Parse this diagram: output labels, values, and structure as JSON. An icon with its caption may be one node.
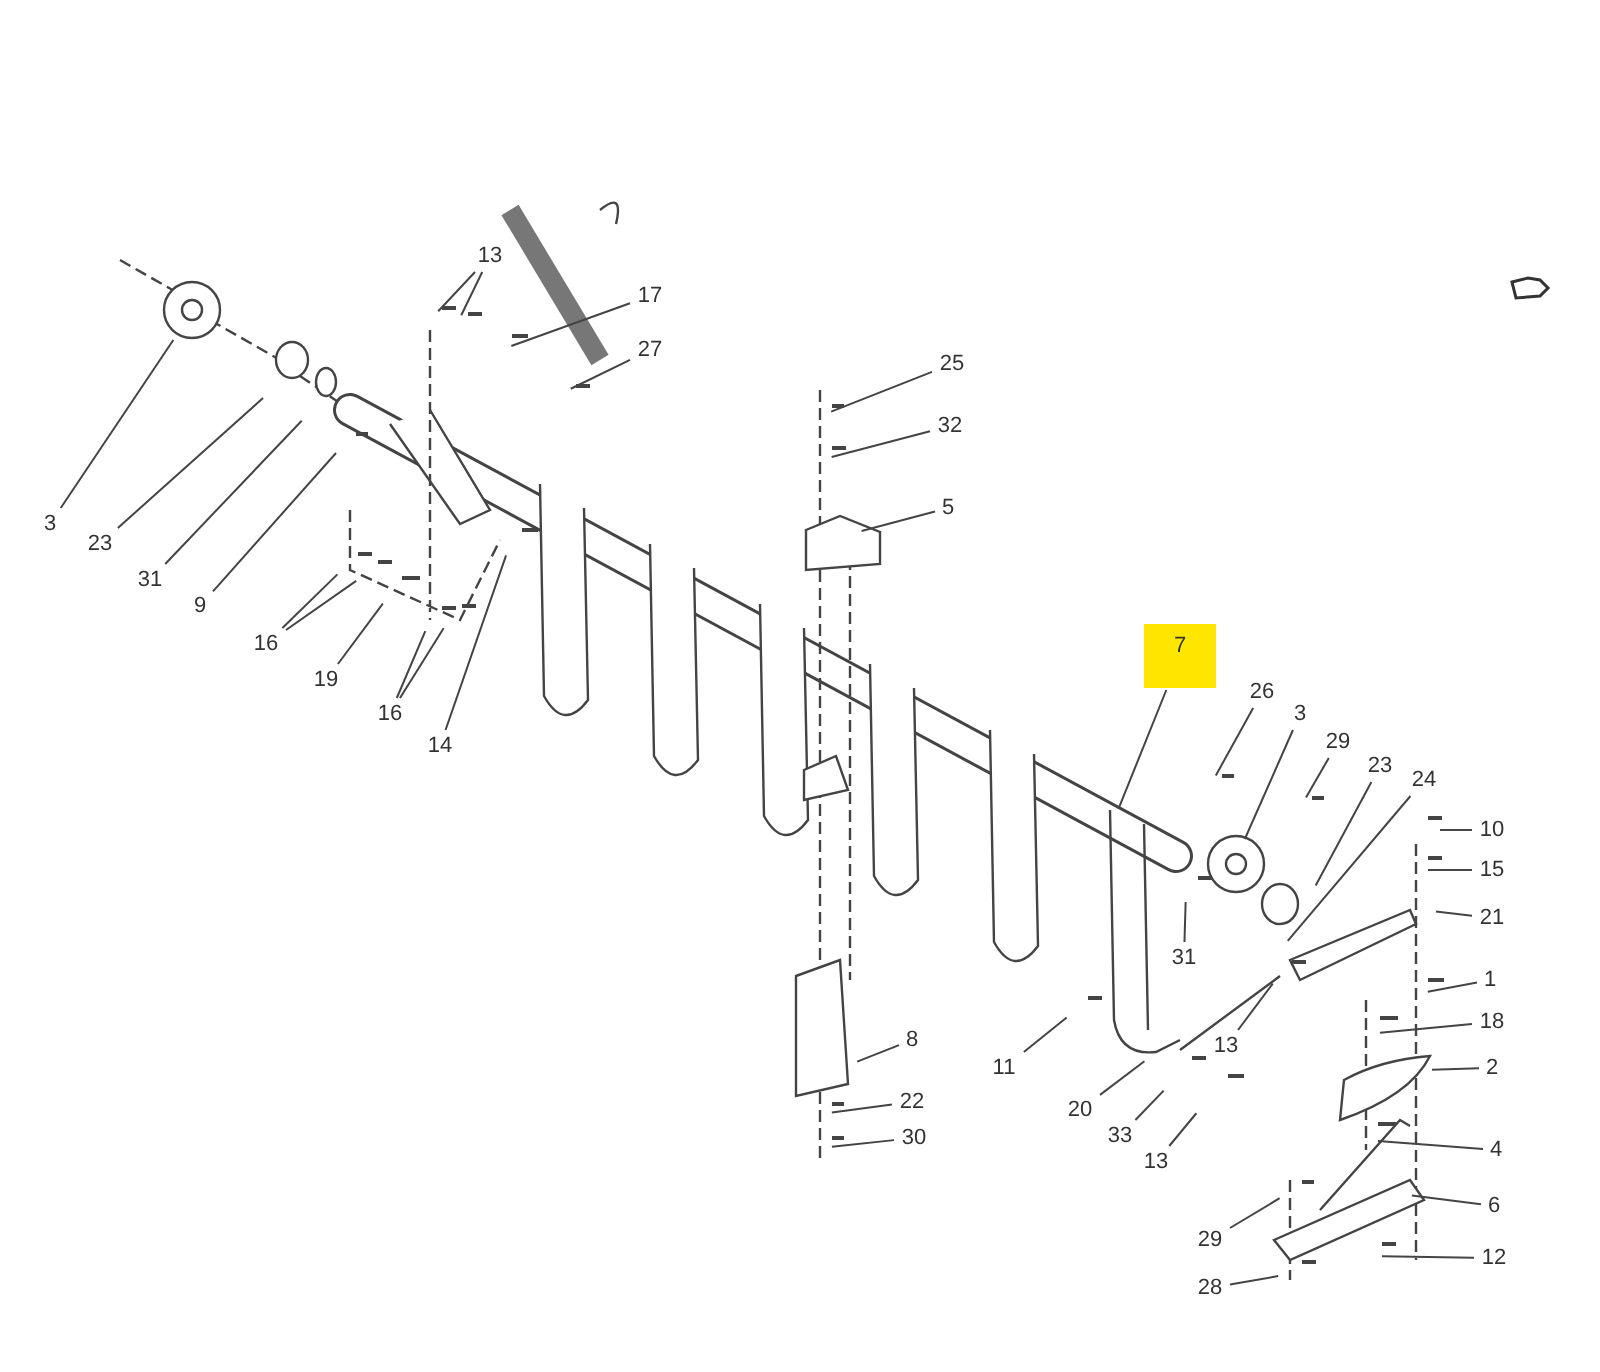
{
  "diagram": {
    "nodes": [
      {
        "text": [
          "13"
        ]
      },
      {
        "text": [
          "17"
        ]
      },
      {
        "text": [
          "27"
        ]
      },
      {
        "text": [
          "25"
        ]
      },
      {
        "text": [
          "32"
        ]
      },
      {
        "text": [
          "5"
        ]
      },
      {
        "text": [
          "3"
        ]
      },
      {
        "text": [
          "23"
        ]
      },
      {
        "text": [
          "31"
        ]
      },
      {
        "text": [
          "9"
        ]
      },
      {
        "text": [
          "16"
        ]
      },
      {
        "text": [
          "7"
        ]
      },
      {
        "text": [
          "19"
        ]
      },
      {
        "text": [
          "26"
        ]
      },
      {
        "text": [
          "3"
        ]
      },
      {
        "text": [
          "16"
        ]
      },
      {
        "text": [
          "29"
        ]
      },
      {
        "text": [
          "14"
        ]
      },
      {
        "text": [
          "23"
        ]
      },
      {
        "text": [
          "24"
        ]
      },
      {
        "text": [
          "10"
        ]
      },
      {
        "text": [
          "15"
        ]
      },
      {
        "text": [
          "21"
        ]
      },
      {
        "text": [
          "31"
        ]
      },
      {
        "text": [
          "1"
        ]
      },
      {
        "text": [
          "18"
        ]
      },
      {
        "text": [
          "8"
        ]
      },
      {
        "text": [
          "13"
        ]
      },
      {
        "text": [
          "11"
        ]
      },
      {
        "text": [
          "2"
        ]
      },
      {
        "text": [
          "22"
        ]
      },
      {
        "text": [
          "20"
        ]
      },
      {
        "text": [
          "33"
        ]
      },
      {
        "text": [
          "30"
        ]
      },
      {
        "text": [
          "4"
        ]
      },
      {
        "text": [
          "13"
        ]
      },
      {
        "text": [
          "6"
        ]
      },
      {
        "text": [
          "29"
        ]
      },
      {
        "text": [
          "12"
        ]
      },
      {
        "text": [
          "28"
        ]
      }
    ],
    "edges": [
      {
        "from": 0,
        "to": null,
        "arrow": "none"
      },
      {
        "from": 0,
        "to": null,
        "arrow": "none"
      },
      {
        "from": 1,
        "to": null,
        "arrow": "none"
      },
      {
        "from": 2,
        "to": null,
        "arrow": "none"
      },
      {
        "from": 3,
        "to": null,
        "arrow": "none"
      },
      {
        "from": 4,
        "to": null,
        "arrow": "none"
      },
      {
        "from": 5,
        "to": null,
        "arrow": "none"
      },
      {
        "from": 6,
        "to": null,
        "arrow": "none"
      },
      {
        "from": 7,
        "to": null,
        "arrow": "none"
      },
      {
        "from": 8,
        "to": null,
        "arrow": "none"
      },
      {
        "from": 9,
        "to": null,
        "arrow": "none"
      },
      {
        "from": 10,
        "to": null,
        "arrow": "none"
      },
      {
        "from": 10,
        "to": null,
        "arrow": "none"
      },
      {
        "from": 11,
        "to": null,
        "arrow": "none"
      },
      {
        "from": 12,
        "to": null,
        "arrow": "none"
      },
      {
        "from": 13,
        "to": null,
        "arrow": "none"
      },
      {
        "from": 14,
        "to": null,
        "arrow": "none"
      },
      {
        "from": 15,
        "to": null,
        "arrow": "none"
      },
      {
        "from": 15,
        "to": null,
        "arrow": "none"
      },
      {
        "from": 16,
        "to": null,
        "arrow": "none"
      },
      {
        "from": 17,
        "to": null,
        "arrow": "none"
      },
      {
        "from": 18,
        "to": null,
        "arrow": "none"
      },
      {
        "from": 19,
        "to": null,
        "arrow": "none"
      },
      {
        "from": 20,
        "to": null,
        "arrow": "none"
      },
      {
        "from": 21,
        "to": null,
        "arrow": "none"
      },
      {
        "from": 22,
        "to": null,
        "arrow": "none"
      },
      {
        "from": 23,
        "to": null,
        "arrow": "none"
      },
      {
        "from": 24,
        "to": null,
        "arrow": "none"
      },
      {
        "from": 25,
        "to": null,
        "arrow": "none"
      },
      {
        "from": 26,
        "to": null,
        "arrow": "none"
      },
      {
        "from": 27,
        "to": null,
        "arrow": "none"
      },
      {
        "from": 28,
        "to": null,
        "arrow": "none"
      },
      {
        "from": 29,
        "to": null,
        "arrow": "none"
      },
      {
        "from": 30,
        "to": null,
        "arrow": "none"
      },
      {
        "from": 31,
        "to": null,
        "arrow": "none"
      },
      {
        "from": 32,
        "to": null,
        "arrow": "none"
      },
      {
        "from": 33,
        "to": null,
        "arrow": "none"
      },
      {
        "from": 34,
        "to": null,
        "arrow": "none"
      },
      {
        "from": 35,
        "to": null,
        "arrow": "none"
      },
      {
        "from": 36,
        "to": null,
        "arrow": "none"
      },
      {
        "from": 37,
        "to": null,
        "arrow": "none"
      },
      {
        "from": 38,
        "to": null,
        "arrow": "none"
      },
      {
        "from": 39,
        "to": null,
        "arrow": "none"
      }
    ]
  }
}
